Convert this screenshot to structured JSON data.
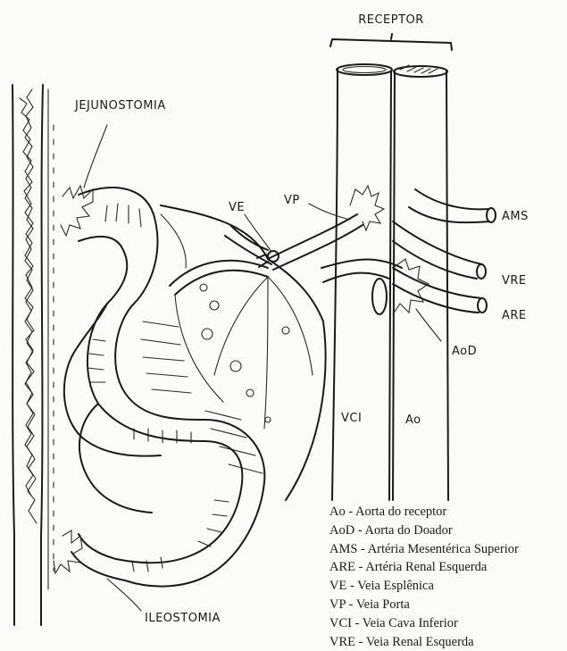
{
  "labels": {
    "receptor": "RECEPTOR",
    "jejunostomia": "JEJUNOSTOMIA",
    "ileostomia": "ILEOSTOMIA",
    "ve": "VE",
    "vp": "VP",
    "ams": "AMS",
    "vre": "VRE",
    "are": "ARE",
    "aod": "AoD",
    "vci": "VCI",
    "ao": "Ao"
  },
  "legend": [
    "Ao - Aorta do receptor",
    "AoD - Aorta do Doador",
    "AMS - Artéria Mesentérica Superior",
    "ARE - Artéria Renal Esquerda",
    "VE - Veia Esplênica",
    "VP - Veia Porta",
    "VCI - Veia Cava Inferior",
    "VRE - Veia Renal Esquerda"
  ],
  "colors": {
    "ink": "#1a1a1a",
    "paper": "#fbfbf9"
  }
}
